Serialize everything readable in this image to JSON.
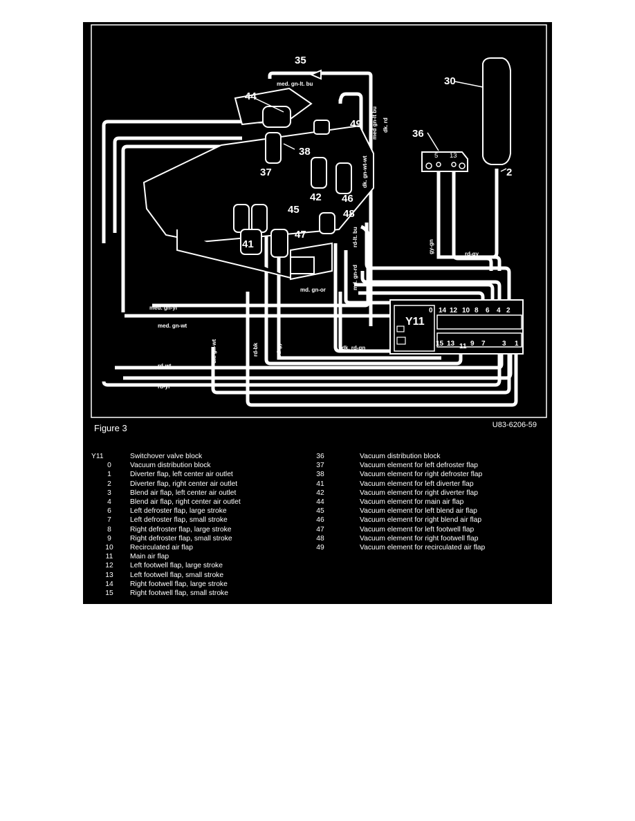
{
  "figure": {
    "caption": "Figure 3",
    "code": "U83-6206-59"
  },
  "callouts": {
    "c35": "35",
    "c30": "30",
    "c44": "44",
    "c49": "49",
    "c36": "36",
    "c38": "38",
    "c37": "37",
    "c2": "2",
    "c42": "42",
    "c46": "46",
    "c45": "45",
    "c48": "48",
    "c41": "41",
    "c47": "47",
    "y11": "Y11",
    "p5": "5",
    "p13": "13",
    "d0": "0",
    "d14": "14",
    "d12": "12",
    "d10": "10",
    "d8": "8",
    "d6": "6",
    "d4": "4",
    "d2": "2",
    "d15": "15",
    "d13": "13",
    "d11": "11",
    "d9": "9",
    "d7": "7",
    "d3": "3",
    "d1": "1"
  },
  "wires": {
    "med_gn_lt_bu_h": "med. gn-lt. bu",
    "med_gn_lt_bu_v": "med gn-lt bu",
    "dk_rd": "dk. rd",
    "dk_gn_wt_wt": "dk. gn-wt-wt",
    "rd_lt_bu": "rd-lt. bu",
    "gy_gn": "gy-gn",
    "rd_gy_right": "rd-gy",
    "md_gn_rd": "md. gn-rd",
    "md_gn_or": "md. gn-or",
    "med_gn_yl": "med. gn-yl",
    "med_gn_wt": "med. gn-wt",
    "dk_rd_gn": "dk. rd-gn",
    "rd_wt": "rd-wt",
    "rd_yl": "rd-yl",
    "dk_gn_wt": "dk. gn-wt",
    "rd_bk": "rd-bk",
    "rd_gy_left": "rd-gy"
  },
  "legend": {
    "left": [
      {
        "num": "Y11",
        "desc": "Switchover valve block"
      },
      {
        "num": "0",
        "desc": "Vacuum distribution block"
      },
      {
        "num": "1",
        "desc": "Diverter flap, left center air outlet"
      },
      {
        "num": "2",
        "desc": "Diverter flap, right center air outlet"
      },
      {
        "num": "3",
        "desc": "Blend air flap, left center air outlet"
      },
      {
        "num": "4",
        "desc": "Blend air flap, right center air outlet"
      },
      {
        "num": "6",
        "desc": "Left defroster flap, large stroke"
      },
      {
        "num": "7",
        "desc": "Left defroster flap, small stroke"
      },
      {
        "num": "8",
        "desc": "Right defroster flap, large stroke"
      },
      {
        "num": "9",
        "desc": "Right defroster flap, small stroke"
      },
      {
        "num": "10",
        "desc": "Recirculated air flap"
      },
      {
        "num": "11",
        "desc": "Main air flap"
      },
      {
        "num": "12",
        "desc": "Left footwell flap, large stroke"
      },
      {
        "num": "13",
        "desc": "Left footwell flap, small stroke"
      },
      {
        "num": "14",
        "desc": "Right footwell flap, large stroke"
      },
      {
        "num": "15",
        "desc": "Right footwell flap, small stroke"
      }
    ],
    "right": [
      {
        "num": "36",
        "desc": "Vacuum distribution block"
      },
      {
        "num": "37",
        "desc": "Vacuum element for left defroster flap"
      },
      {
        "num": "38",
        "desc": "Vacuum element for right defroster flap"
      },
      {
        "num": "41",
        "desc": "Vacuum element for left diverter flap"
      },
      {
        "num": "42",
        "desc": "Vacuum element for right diverter flap"
      },
      {
        "num": "44",
        "desc": "Vacuum element for main air flap"
      },
      {
        "num": "45",
        "desc": "Vacuum element for left blend air flap"
      },
      {
        "num": "46",
        "desc": "Vacuum element for right blend air flap"
      },
      {
        "num": "47",
        "desc": "Vacuum element for left footwell flap"
      },
      {
        "num": "48",
        "desc": "Vacuum element for right footwell flap"
      },
      {
        "num": "49",
        "desc": "Vacuum element for recirculated air flap"
      }
    ]
  },
  "colors": {
    "background": "#000000",
    "lines": "#ffffff",
    "page": "#ffffff"
  }
}
